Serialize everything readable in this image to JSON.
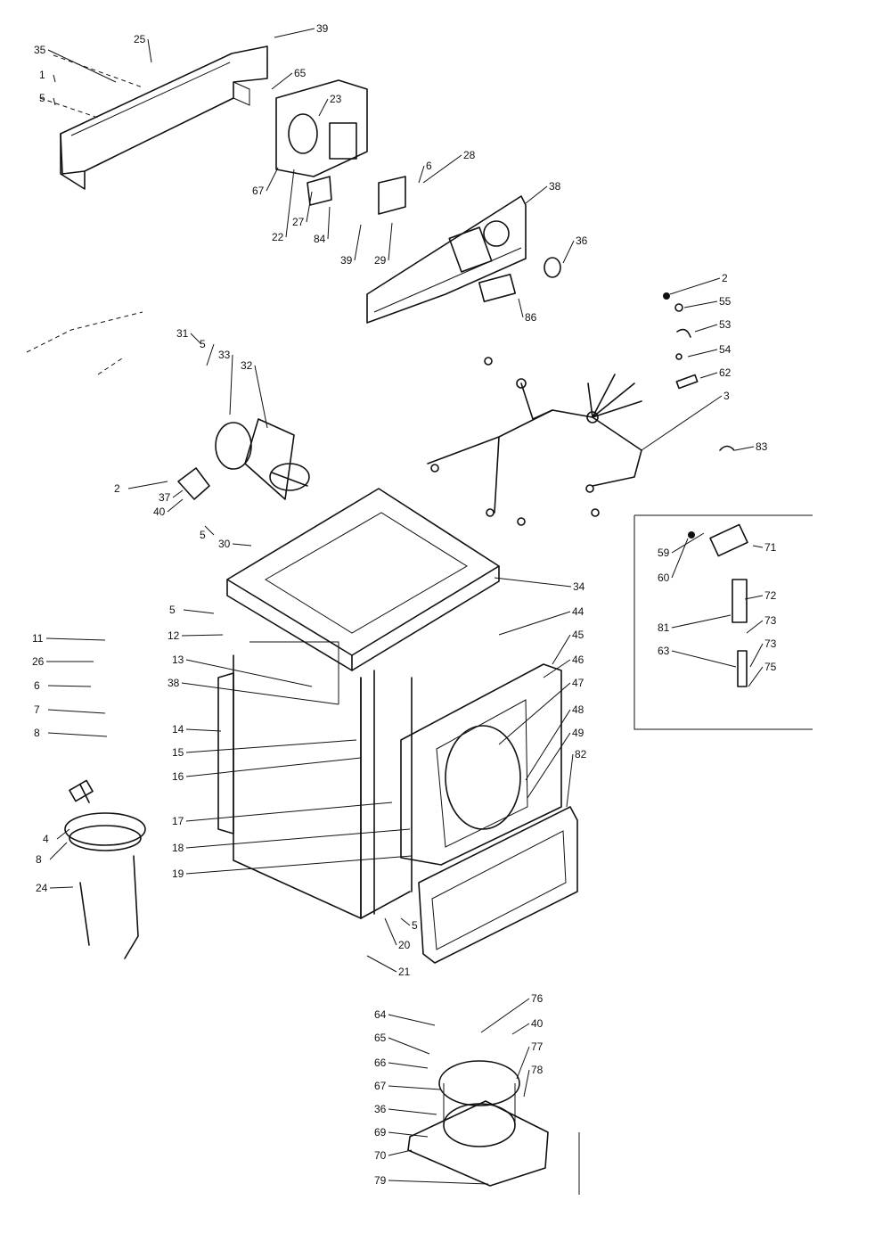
{
  "labels": [
    "35",
    "25",
    "39",
    "65",
    "1",
    "5",
    "23",
    "67",
    "27",
    "22",
    "84",
    "39",
    "29",
    "6",
    "28",
    "38",
    "36",
    "86",
    "2",
    "55",
    "53",
    "54",
    "62",
    "3",
    "83",
    "31",
    "5",
    "33",
    "32",
    "30",
    "2",
    "37",
    "40",
    "5",
    "34",
    "5",
    "12",
    "11",
    "26",
    "6",
    "7",
    "8",
    "13",
    "38",
    "14",
    "15",
    "16",
    "17",
    "18",
    "19",
    "44",
    "45",
    "46",
    "47",
    "48",
    "49",
    "82",
    "4",
    "60",
    "59",
    "71",
    "72",
    "81",
    "73",
    "63",
    "73",
    "75",
    "8",
    "24",
    "20",
    "21",
    "5",
    "64",
    "76",
    "40",
    "65",
    "77",
    "66",
    "67",
    "78",
    "36",
    "69",
    "70",
    "79"
  ],
  "colors": {
    "ink": "#111111",
    "paper": "#ffffff"
  }
}
